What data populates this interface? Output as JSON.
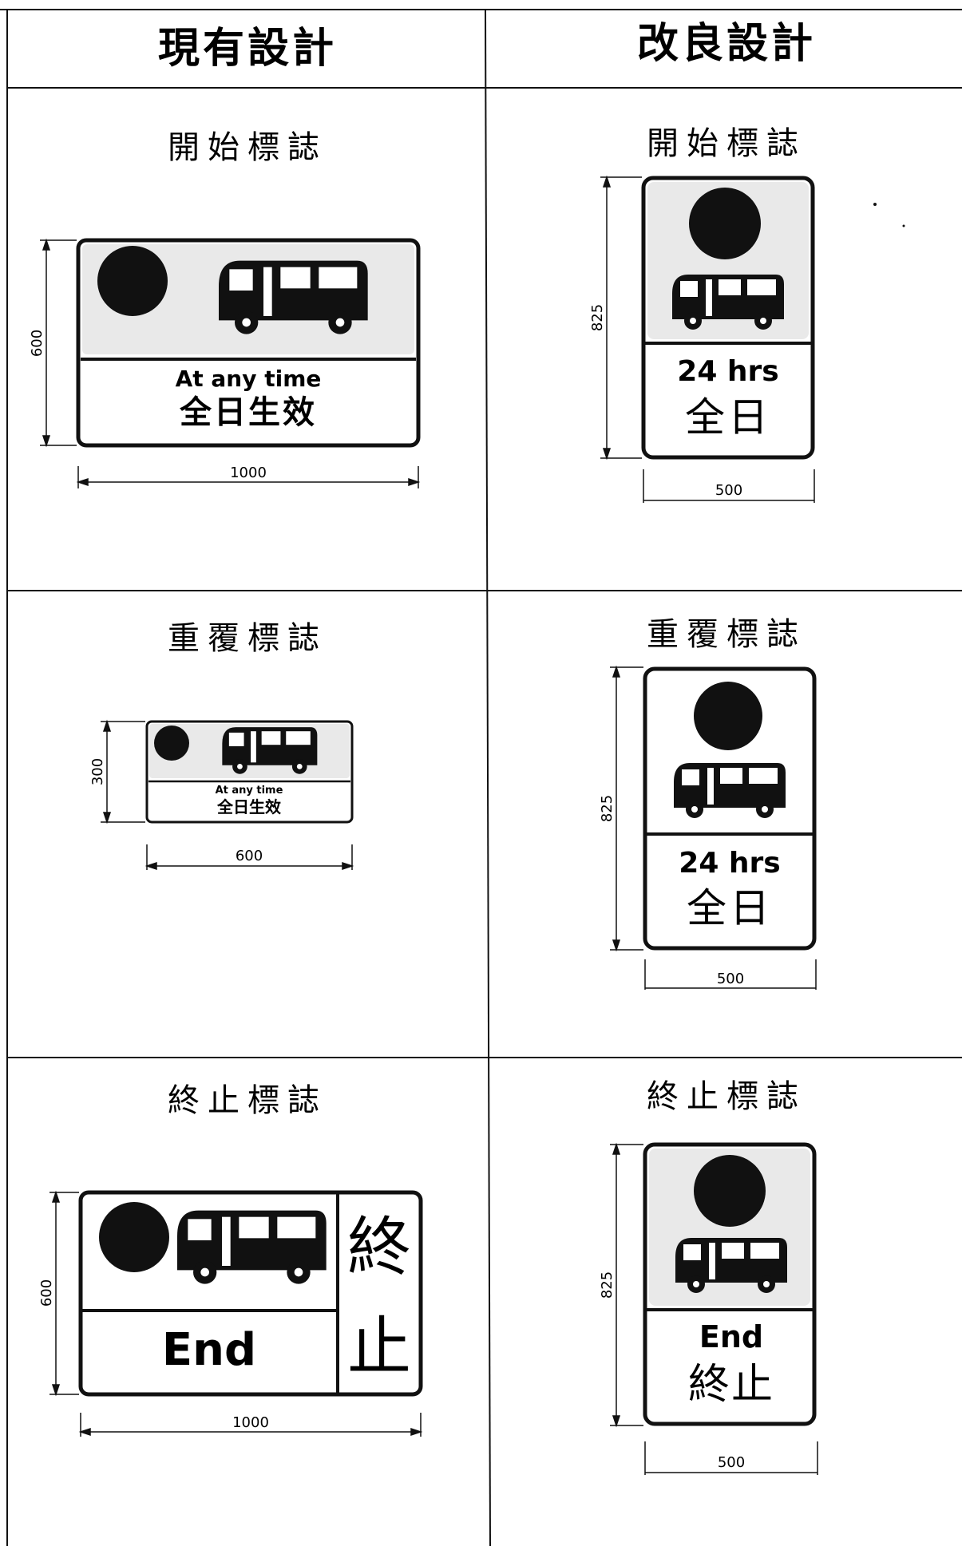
{
  "headers": {
    "existing": "現有設計",
    "improved": "改良設計"
  },
  "rows": [
    {
      "label_existing": "開始標誌",
      "label_improved": "開始標誌",
      "existing": {
        "line1": "At any time",
        "line2": "全日生效",
        "width_dim": "1000",
        "height_dim": "600"
      },
      "improved": {
        "line1": "24 hrs",
        "line2": "全日",
        "width_dim": "500",
        "height_dim": "825"
      }
    },
    {
      "label_existing": "重覆標誌",
      "label_improved": "重覆標誌",
      "existing": {
        "line1": "At any time",
        "line2": "全日生效",
        "width_dim": "600",
        "height_dim": "300"
      },
      "improved": {
        "line1": "24 hrs",
        "line2": "全日",
        "width_dim": "500",
        "height_dim": "825"
      }
    },
    {
      "label_existing": "終止標誌",
      "label_improved": "終止標誌",
      "existing": {
        "line1": "End",
        "side_top": "終",
        "side_bottom": "止",
        "width_dim": "1000",
        "height_dim": "600"
      },
      "improved": {
        "line1": "End",
        "line2": "終止",
        "width_dim": "500",
        "height_dim": "825"
      }
    }
  ],
  "colors": {
    "ink": "#111111",
    "background": "#ffffff",
    "sign_panel_fill": "#e9e9e9"
  }
}
